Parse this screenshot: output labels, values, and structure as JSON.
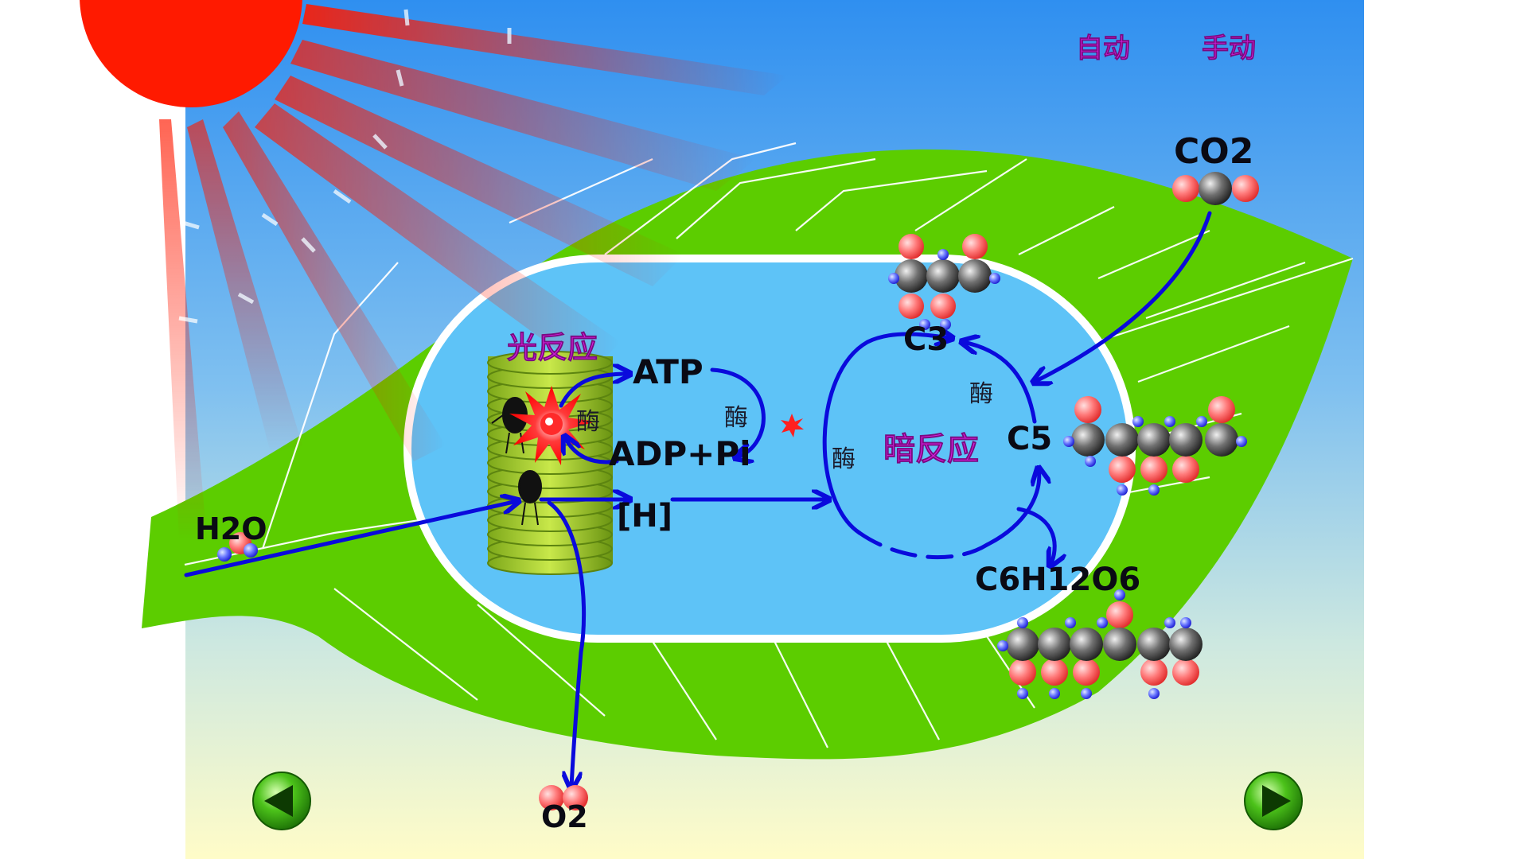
{
  "controls": {
    "auto_label": "自动",
    "manual_label": "手动"
  },
  "labels": {
    "co2": "CO2",
    "h2o": "H2O",
    "o2": "O2",
    "light_reaction": "光反应",
    "dark_reaction": "暗反应",
    "atp": "ATP",
    "adp_pi": "ADP+Pi",
    "hydrogen": "[H]",
    "c3": "C3",
    "c5": "C5",
    "glucose": "C6H12O6",
    "enzyme_1": "酶",
    "enzyme_2": "酶",
    "enzyme_3": "酶",
    "enzyme_4": "酶"
  },
  "colors": {
    "sky_top": "#3399ff",
    "sky_bottom": "#ffffcc",
    "leaf": "#5ccd00",
    "chloroplast": "#5ec3f7",
    "arrow": "#0a0adc",
    "sun": "#ff1a00",
    "magenta_text": "#d21fd9"
  },
  "icons": {
    "prev": "left-arrow-icon",
    "next": "right-arrow-icon"
  }
}
